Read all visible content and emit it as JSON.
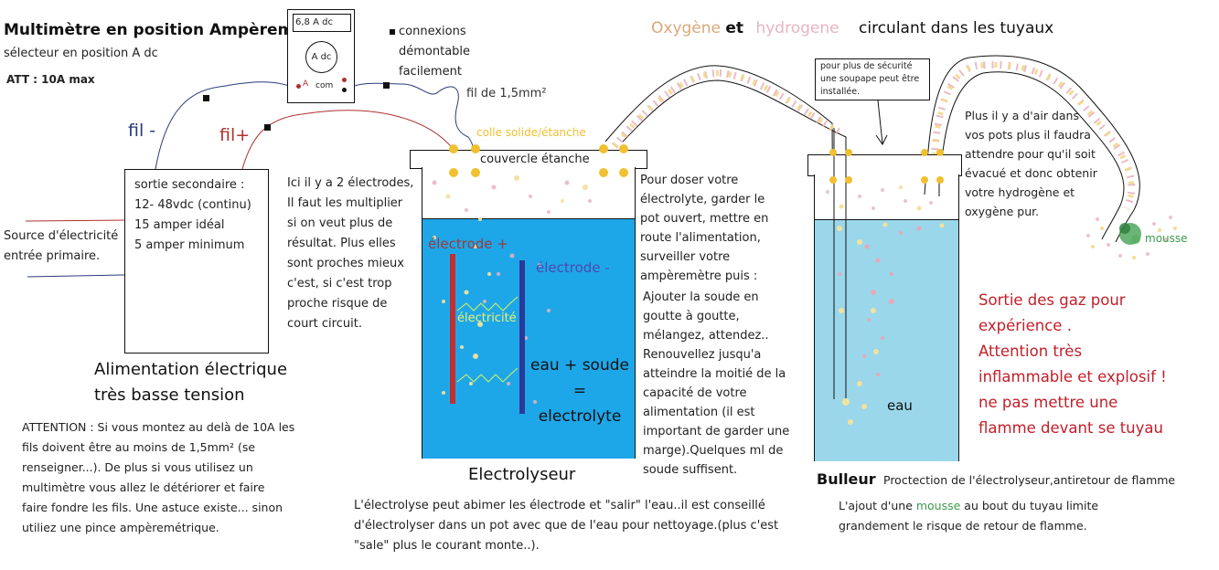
{
  "header": {
    "gas_word1": "Oxygène",
    "gas_and": "et",
    "gas_word2": "hydrogene",
    "gas_rest": "circulant dans les tuyaux"
  },
  "colors": {
    "oxygen": "#d9a878",
    "hydrogen": "#e8b4c0",
    "wire_negative": "#2a3a7a",
    "wire_positive": "#b03030",
    "electrolyte_water": "#1ea7e8",
    "bubbler_water": "#9ad7ea",
    "glue": "#f0c030",
    "warning": "#c0202a",
    "foam": "#3a9a4a"
  },
  "multimeter": {
    "title": "Multimètre en position Ampèremètre",
    "subtitle": "sélecteur en position A dc",
    "warning": "ATT : 10A max",
    "display": "6,8 A dc",
    "dial": "A dc",
    "terminal_a": "A",
    "terminal_com": "com"
  },
  "connections": {
    "label": "connexions\ndémontable\nfacilement",
    "wire_gauge": "fil de 1,5mm²",
    "wire_minus": "fil -",
    "wire_plus": "fil+"
  },
  "power_supply": {
    "specs": "sortie secondaire :\n12- 48vdc (continu)\n15 amper idéal\n5 amper minimum",
    "source": "Source d'électricité\nentrée primaire.",
    "title": "Alimentation électrique\ntrès basse tension",
    "attention": "ATTENTION : Si vous montez au delà de 10A les\nfils doivent être au moins de 1,5mm² (se\nrenseigner...). De plus si vous utilisez un\nmultimètre vous allez le détériorer et faire\nfaire fondre les fils. Une astuce existe... sinon\nutiliez une pince ampèremétrique."
  },
  "electrodes_note": "Ici il y a 2 électrodes,\nIl faut les multiplier\nsi on veut plus de\nrésultat. Plus elles\nsont proches mieux\nc'est, si c'est trop\nproche risque de\ncourt circuit.",
  "electrolyser": {
    "glue_label": "colle solide/étanche",
    "lid_label": "couvercle étanche",
    "electrode_plus": "électrode +",
    "electrode_minus": "électrode -",
    "electricity": "électricité",
    "mix": "eau + soude\n=\nelectrolyte",
    "title": "Electrolyseur",
    "dosing": "Pour doser votre\nélectrolyte, garder le\npot ouvert, mettre en\nroute l'alimentation,\nsurveiller votre\nampèremètre puis :",
    "dosing_steps": "Ajouter la soude en\ngoutte à goutte,\nmélangez, attendez..\nRenouvellez jusqu'a\natteindre la moitié de la\ncapacité de votre\nalimentation (il est\nimportant de garder une\nmarge).Quelques ml de\nsoude suffisent.",
    "cleaning": "L'électrolyse peut abimer les électrode et \"salir\" l'eau..il est conseillé\nd'électrolyser dans un pot avec que de l'eau pour nettoyage.(plus c'est\n\"sale\" plus le courant monte..)."
  },
  "bubbler": {
    "valve_note": "pour plus de sécurité\nune soupape peut être\ninstallée.",
    "water": "eau",
    "title": "Bulleur",
    "subtitle": "Proctection de l'électrolyseur,antiretour de flamme",
    "foam_note_pre": "L'ajout d'une ",
    "foam_word": "mousse",
    "foam_note_post": " au bout du tuyau limite\ngrandement le risque de retour de flamme."
  },
  "air_note": "Plus il y a d'air dans\nvos pots plus il faudra\nattendre pour qu'il soit\névacué et donc obtenir\nvotre hydrogène et\noxygène pur.",
  "foam_label": "mousse",
  "gas_warning": "Sortie des gaz pour\nexpérience .\nAttention très\ninflammable et explosif !\nne pas mettre une\nflamme devant se tuyau"
}
